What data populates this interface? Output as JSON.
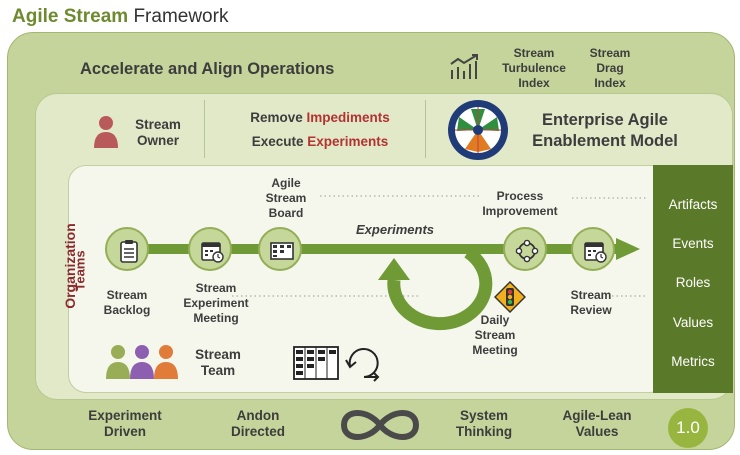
{
  "title": {
    "bold": "Agile Stream",
    "rest": "Framework"
  },
  "top": {
    "headline": "Accelerate and Align Operations",
    "turbulence": [
      "Stream",
      "Turbulence",
      "Index"
    ],
    "drag": [
      "Stream",
      "Drag",
      "Index"
    ]
  },
  "org": {
    "label": "Organization",
    "owner": [
      "Stream",
      "Owner"
    ],
    "remove_prefix": "Remove",
    "remove_word": "Impediments",
    "execute_prefix": "Execute",
    "execute_word": "Experiments",
    "model": [
      "Enterprise Agile",
      "Enablement Model"
    ]
  },
  "teams": {
    "label": "Teams",
    "board": [
      "Agile",
      "Stream",
      "Board"
    ],
    "experiments": "Experiments",
    "process": [
      "Process",
      "Improvement"
    ],
    "backlog": [
      "Stream",
      "Backlog"
    ],
    "exp_meeting": [
      "Stream",
      "Experiment",
      "Meeting"
    ],
    "daily": [
      "Daily",
      "Stream",
      "Meeting"
    ],
    "review": [
      "Stream",
      "Review"
    ],
    "team": [
      "Stream",
      "Team"
    ]
  },
  "sidebar": [
    "Artifacts",
    "Events",
    "Roles",
    "Values",
    "Metrics"
  ],
  "bottom": {
    "experiment": [
      "Experiment",
      "Driven"
    ],
    "andon": [
      "Andon",
      "Directed"
    ],
    "system": [
      "System",
      "Thinking"
    ],
    "lean": [
      "Agile-Lean",
      "Values"
    ],
    "version": "1.0"
  },
  "colors": {
    "green_dark": "#5b7a29",
    "green_mid": "#6f9a35",
    "accent_red": "#b33232",
    "panel_light": "#c4d49a"
  },
  "icons": [
    "chart-icon",
    "person-icon",
    "target-wheel-icon",
    "clipboard-icon",
    "calendar-icon",
    "board-icon",
    "cycle-icon",
    "traffic-light-icon",
    "team-icon",
    "infinity-icon"
  ]
}
